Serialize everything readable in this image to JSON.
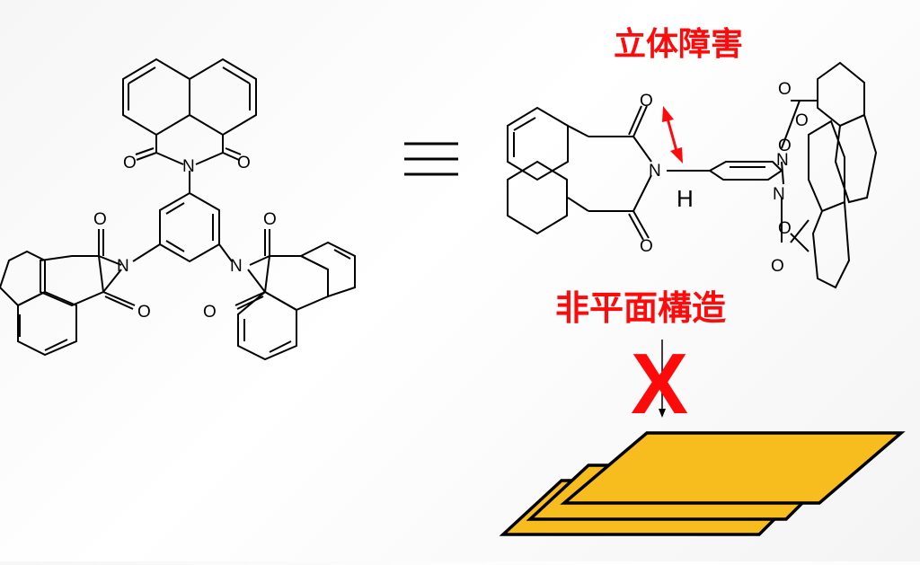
{
  "atoms": {
    "nitrogen": "N",
    "oxygen": "O",
    "hydrogen": "H"
  },
  "equivalence_symbol": "≡",
  "labels": {
    "steric_hindrance": "立体障害",
    "nonplanar_structure": "非平面構造"
  },
  "blocked_symbol": "X",
  "colors": {
    "annotation_red": "#ff0a0a",
    "sheet_fill": "#f7bc1d",
    "line": "#000000"
  }
}
